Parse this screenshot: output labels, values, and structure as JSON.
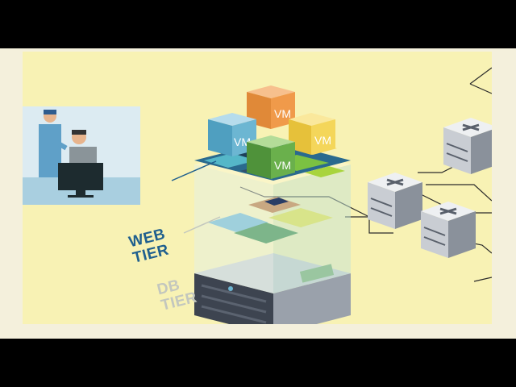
{
  "labels": {
    "web_tier": [
      "WEB",
      "TIER"
    ],
    "db_tier": [
      "DB",
      "TIER"
    ],
    "vm": "VM"
  },
  "vms": [
    {
      "id": "vm-orange",
      "color": "#f09a4a"
    },
    {
      "id": "vm-blue",
      "color": "#6cb6d2"
    },
    {
      "id": "vm-yellow",
      "color": "#f4d65a"
    },
    {
      "id": "vm-green",
      "color": "#6ab04c"
    }
  ],
  "colors": {
    "background": "#f8f2b4",
    "letterbox": "#000000",
    "web_tier_text": "#1f5f8e",
    "db_tier_text": "#c3c7be",
    "server_dark": "#3d4450",
    "server_light": "#c9cdd3",
    "switch_icon": "#59606b"
  },
  "icons": [
    "switch-icon",
    "firewall-icon",
    "server-icon",
    "monitor-icon"
  ]
}
